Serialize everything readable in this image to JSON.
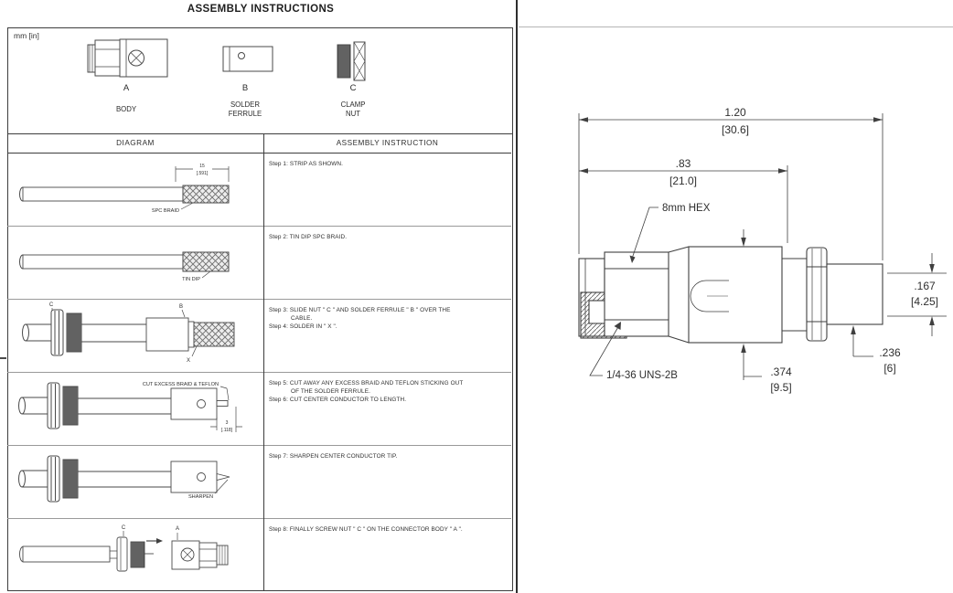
{
  "sheet": {
    "title": "ASSEMBLY INSTRUCTIONS",
    "units": "mm [in]"
  },
  "parts": {
    "a_letter": "A",
    "a_name": "BODY",
    "b_letter": "B",
    "b_name_line1": "SOLDER",
    "b_name_line2": "FERRULE",
    "c_letter": "C",
    "c_name_line1": "CLAMP",
    "c_name_line2": "NUT"
  },
  "table": {
    "header_diagram": "DIAGRAM",
    "header_instruction": "ASSEMBLY INSTRUCTION"
  },
  "steps": {
    "row1_line1": "Step 1: STRIP AS SHOWN.",
    "row2_line1": "Step 2: TIN DIP SPC BRAID.",
    "row3_line1": "Step 3: SLIDE NUT \" C \" AND SOLDER FERRULE \" B \" OVER THE",
    "row3_line2": "CABLE.",
    "row3_line3": "Step 4: SOLDER IN \" X \".",
    "row4_line1": "Step 5: CUT AWAY ANY EXCESS BRAID AND TEFLON STICKING OUT",
    "row4_line2": "OF THE SOLDER FERRULE.",
    "row4_line3": "Step 6: CUT CENTER CONDUCTOR TO LENGTH.",
    "row5_line1": "Step 7: SHARPEN CENTER CONDUCTOR TIP.",
    "row6_line1": "Step 8: FINALLY SCREW NUT \" C \" ON THE CONNECTOR BODY \" A \"."
  },
  "diagrams": {
    "strip_dim_mm": "15",
    "strip_dim_in": "[.591]",
    "spc_braid": "SPC BRAID",
    "tin_dip": "TIN DIP",
    "label_c": "C",
    "label_b": "B",
    "label_x": "X",
    "label_a": "A",
    "cut_excess": "CUT EXCESS BRAID & TEFLON",
    "cut_dim_mm": "3",
    "cut_dim_in": "[.118]",
    "sharpen": "SHARPEN"
  },
  "drawing": {
    "dim_overall_in": "1.20",
    "dim_overall_mm": "[30.6]",
    "dim_body_in": ".83",
    "dim_body_mm": "[21.0]",
    "hex_label": "8mm HEX",
    "thread_label": "1/4-36 UNS-2B",
    "dim_bore_in": ".167",
    "dim_bore_mm": "[4.25]",
    "dim_cable_in": ".236",
    "dim_cable_mm": "[6]",
    "dim_dia_in": ".374",
    "dim_dia_mm": "[9.5]"
  },
  "colors": {
    "line": "#3d3d3d",
    "light_line": "#9a9a9a",
    "text": "#2b2b2b",
    "background": "#ffffff"
  }
}
